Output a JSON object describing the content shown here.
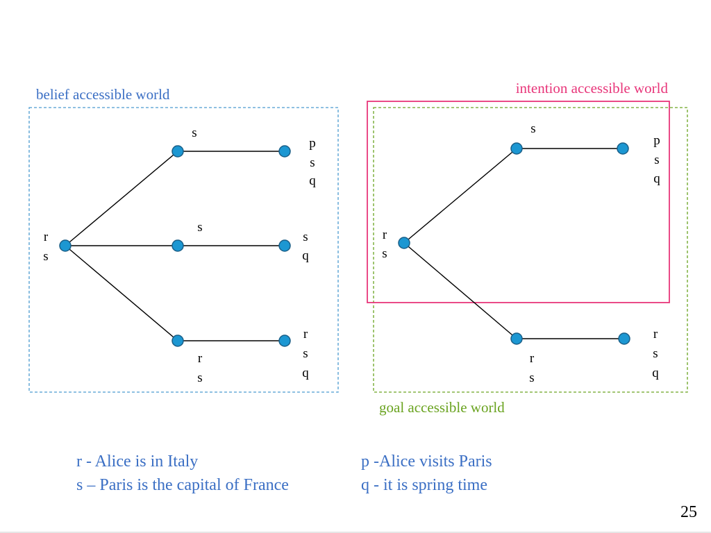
{
  "colors": {
    "belief": "#4a9ad0",
    "intention": "#e8367a",
    "goal": "#6aa320",
    "belief_text": "#3b6fc4",
    "node_fill": "#1c97d2",
    "node_stroke": "#1a5f88",
    "legend_text": "#3b6fc4"
  },
  "labels": {
    "belief": "belief accessible world",
    "intention": "intention accessible world",
    "goal": "goal accessible world"
  },
  "belief_diagram": {
    "root": [
      "r",
      "s"
    ],
    "branches": [
      {
        "mid": [
          "s"
        ],
        "end": [
          "p",
          "s",
          "q"
        ]
      },
      {
        "mid": [
          "s"
        ],
        "end": [
          "s",
          "q"
        ]
      },
      {
        "mid": [
          "r",
          "s"
        ],
        "end": [
          "r",
          "s",
          "q"
        ]
      }
    ]
  },
  "goal_diagram": {
    "root": [
      "r",
      "s"
    ],
    "branches": [
      {
        "mid": [
          "s"
        ],
        "end": [
          "p",
          "s",
          "q"
        ]
      },
      {
        "mid": [
          "r",
          "s"
        ],
        "end": [
          "r",
          "s",
          "q"
        ]
      }
    ]
  },
  "legend": {
    "r": "r - Alice is in Italy",
    "s": "s – Paris is the capital of France",
    "p": "p -Alice visits Paris",
    "q": "q - it is spring time"
  },
  "page_number": "25"
}
